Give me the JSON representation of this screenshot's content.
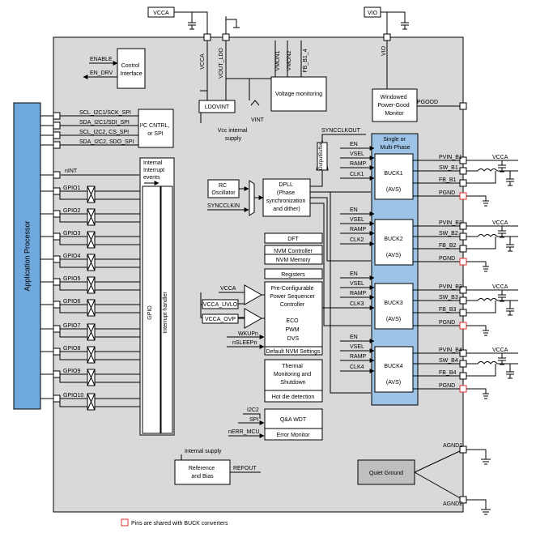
{
  "diagram": {
    "pins_top": {
      "vcca": "VCCA",
      "vio": "VIO"
    },
    "top_labels": {
      "vcca": "VCCA",
      "vout_ldo": "VOUT_LDO",
      "vmon1": "VMON1",
      "vmon2": "VMON2",
      "fb_b1_4": "FB_B1_4",
      "vio": "VIO"
    },
    "ldovint": "LDOVINT",
    "vint": "VINT",
    "vcc_internal_supply": [
      "Vcc internal",
      "supply"
    ],
    "voltage_monitoring": "Voltage monitoring",
    "control_interface": [
      "Control",
      "Interface"
    ],
    "enable": "ENABLE",
    "en_drv": "EN_DRV",
    "app_processor": "Application Processor",
    "i2c_signals": [
      "SCL_I2C1/SCK_SPI",
      "SDA_I2C1/SDI_SPI",
      "SCL_I2C2, CS_SPI",
      "SDA_I2C2, SDO_SPI"
    ],
    "i2c_block": [
      "I²C CNTRL,",
      "or SPI"
    ],
    "nint": "nINT",
    "gpios": [
      "GPIO1",
      "GPIO2",
      "GPIO3",
      "GPIO4",
      "GPIO5",
      "GPIO6",
      "GPIO7",
      "GPIO8",
      "GPIO9",
      "GPIO10"
    ],
    "internal_interrupt": [
      "Internal",
      "Interrupt",
      "events"
    ],
    "gpio_vertical": "GPIO",
    "interrupt_handler": "Interrupt handler",
    "rc_oscillator": [
      "RC",
      "Oscillator"
    ],
    "syncclkin": "SYNCCLKIN",
    "dpll": [
      "DPLL",
      "(Phase",
      "synchronization",
      "and dither)"
    ],
    "syncclkout": "SYNCCLKOUT",
    "output_buffer": "OutputBuffer",
    "pgood_block": [
      "Windowed",
      "Power-Good",
      "Monitor"
    ],
    "pgood": "PGOOD",
    "single_multi_phase": [
      "Single or",
      "Multi-Phase"
    ],
    "bucks": [
      {
        "name": "BUCK1",
        "avs": "(AVS)",
        "pins": [
          "PVIN_B1",
          "SW_B1",
          "FB_B1",
          "PGND"
        ]
      },
      {
        "name": "BUCK2",
        "avs": "(AVS)",
        "pins": [
          "PVIN_B2",
          "SW_B2",
          "FB_B2",
          "PGND"
        ]
      },
      {
        "name": "BUCK3",
        "avs": "(AVS)",
        "pins": [
          "PVIN_B3",
          "SW_B3",
          "FB_B3",
          "PGND"
        ]
      },
      {
        "name": "BUCK4",
        "avs": "(AVS)",
        "pins": [
          "PVIN_B4",
          "SW_B4",
          "FB_B4",
          "PGND"
        ]
      }
    ],
    "buck_controls": {
      "en": "EN",
      "vsel": "VSEL",
      "ramp": "RAMP",
      "clk": [
        "CLK1",
        "CLK2",
        "CLK3",
        "CLK4"
      ]
    },
    "vcca_out": "VCCA",
    "dft": "DFT",
    "nvm_controller": "NVM Controller",
    "nvm_memory": "NVM Memory",
    "registers": "Registers",
    "sequencer": [
      "Pre-Configurable",
      "Power Sequencer",
      "Controller",
      "ECO",
      "PWM",
      "DVS"
    ],
    "default_nvm": "Default NVM Settings",
    "vcca_uvlo": "VCCA_UVLO",
    "vcca_ovp": "VCCA_OVP",
    "vcca_comp": "VCCA",
    "wkupn": "WKUPn",
    "nsleepn": "nSLEEPn",
    "thermal": [
      "Thermal",
      "Monitoring and",
      "Shutdown"
    ],
    "hot_die": "Hot die detection",
    "i2c2": "I2C2",
    "spi": "SPI",
    "nerr_mcu": "nERR_MCU",
    "qa_wdt": "Q&A WDT",
    "error_monitor": "Error Monitor",
    "internal_supply": "Internal supply",
    "ref_bias": [
      "Reference",
      "and Bias"
    ],
    "refout": "REFOUT",
    "quiet_ground": "Quiet Ground",
    "agnd1": "AGND1",
    "agnd2": "AGND2",
    "legend": "Pins are shared with BUCK converters",
    "colors": {
      "chip": "#d9d9d9",
      "processor": "#6fa8dc",
      "buck_group": "#9dc3e6",
      "shared_pin": "#e03030"
    }
  }
}
